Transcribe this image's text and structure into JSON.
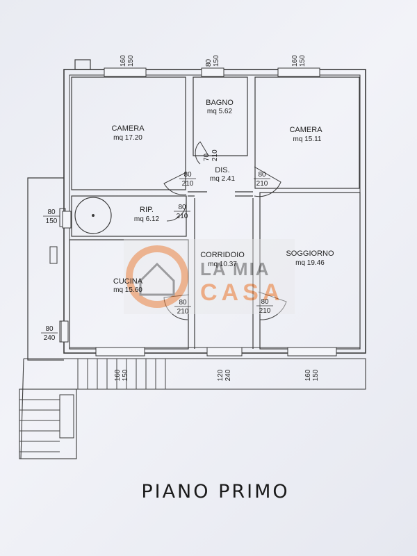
{
  "plan_title": "PIANO PRIMO",
  "watermark": {
    "line1": "LA MIA",
    "line2": "CASA",
    "color": "#e8742a"
  },
  "colors": {
    "wall": "#3a3a3a",
    "wall_fill": "#f4f5f9",
    "line": "#444444"
  },
  "rooms": {
    "camera_left": {
      "name": "CAMERA",
      "area": "mq 17.20"
    },
    "bagno": {
      "name": "BAGNO",
      "area": "mq 5.62"
    },
    "camera_right": {
      "name": "CAMERA",
      "area": "mq 15.11"
    },
    "dis": {
      "name": "DIS.",
      "area": "mq 2.41"
    },
    "rip": {
      "name": "RIP.",
      "area": "mq 6.12"
    },
    "corridoio": {
      "name": "CORRIDOIO",
      "area": "mq 10.37"
    },
    "soggiorno": {
      "name": "SOGGIORNO",
      "area": "mq 19.46"
    },
    "cucina": {
      "name": "CUCINA",
      "area": "mq 15.60"
    }
  },
  "openings": {
    "win_camera_left": {
      "w": "160",
      "h": "150"
    },
    "win_bagno": {
      "w": "80",
      "h": "150"
    },
    "win_camera_right": {
      "w": "160",
      "h": "150"
    },
    "door_bagno": {
      "w": "70",
      "h": "210"
    },
    "door_camera_left": {
      "w": "80",
      "h": "210"
    },
    "door_camera_right": {
      "w": "80",
      "h": "210"
    },
    "win_rip": {
      "w": "80",
      "h": "150"
    },
    "door_rip": {
      "w": "80",
      "h": "210"
    },
    "door_cucina": {
      "w": "80",
      "h": "210"
    },
    "door_soggiorno": {
      "w": "80",
      "h": "210"
    },
    "door_balcony": {
      "w": "80",
      "h": "240"
    },
    "win_cucina": {
      "w": "160",
      "h": "150"
    },
    "door_corridoio": {
      "w": "120",
      "h": "240"
    },
    "win_soggiorno": {
      "w": "160",
      "h": "150"
    }
  }
}
